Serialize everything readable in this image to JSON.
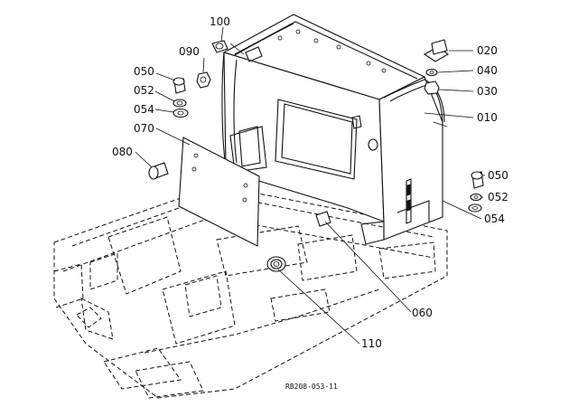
{
  "labels": {
    "c100": "100",
    "c090": "090",
    "c050a": "050",
    "c052a": "052",
    "c054a": "054",
    "c070": "070",
    "c080": "080",
    "c020": "020",
    "c040": "040",
    "c030": "030",
    "c010": "010",
    "c050b": "050",
    "c052b": "052",
    "c054b": "054",
    "c060": "060",
    "c110": "110"
  },
  "drawing_ref": "RB208-053-11"
}
